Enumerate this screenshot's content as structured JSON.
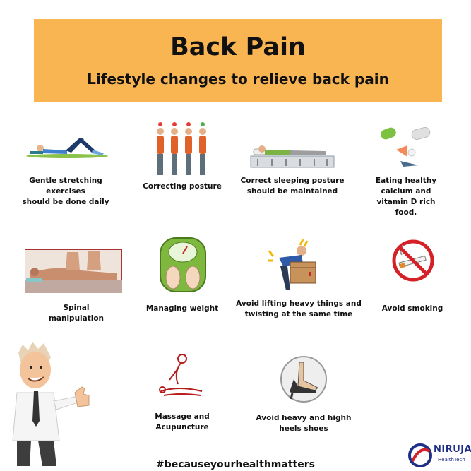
{
  "header": {
    "title": "Back Pain",
    "subtitle": "Lifestyle changes to relieve back pain"
  },
  "tips": [
    {
      "label_lines": [
        "Gentle stretching exercises",
        "should be done daily"
      ],
      "icon": "stretching-exercise-icon"
    },
    {
      "label_lines": [
        "Correcting posture"
      ],
      "icon": "posture-icon"
    },
    {
      "label_lines": [
        "Correct sleeping posture",
        "should be maintained"
      ],
      "icon": "sleeping-posture-icon"
    },
    {
      "label_lines": [
        "Eating healthy",
        "calcium and",
        "vitamin D rich",
        "food."
      ],
      "icon": "calcium-food-icon"
    },
    {
      "label_lines": [
        "Spinal",
        "manipulation"
      ],
      "icon": "spinal-manipulation-icon"
    },
    {
      "label_lines": [
        "Managing weight"
      ],
      "icon": "weight-scale-icon"
    },
    {
      "label_lines": [
        "Avoid lifting heavy things and",
        "twisting at the same time"
      ],
      "icon": "lifting-box-icon"
    },
    {
      "label_lines": [
        "Avoid smoking"
      ],
      "icon": "no-smoking-icon"
    },
    {
      "label_lines": [
        "Massage and",
        "Acupuncture"
      ],
      "icon": "massage-icon"
    },
    {
      "label_lines": [
        "Avoid heavy and highh",
        "heels shoes"
      ],
      "icon": "high-heel-icon"
    }
  ],
  "hashtag": "#becauseyourhealthmatters",
  "logo": {
    "name": "NIRUJA",
    "tagline": "HealthTech"
  },
  "colors": {
    "banner": "#f9b552",
    "brand_blue": "#1d2f86",
    "brand_red": "#d62027",
    "text": "#111111"
  }
}
